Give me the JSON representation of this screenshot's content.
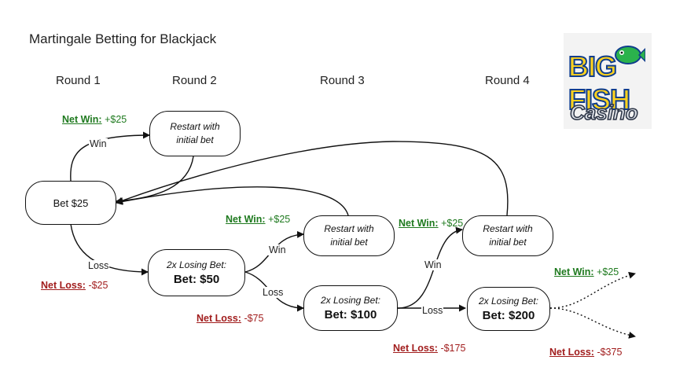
{
  "title": "Martingale Betting for Blackjack",
  "rounds": [
    "Round 1",
    "Round 2",
    "Round 3",
    "Round 4"
  ],
  "nodes": {
    "start": {
      "text": "Bet $25"
    },
    "restart_r2": {
      "line1": "Restart with",
      "line2": "initial bet"
    },
    "bet_r2": {
      "line1": "2x Losing Bet:",
      "line2": "Bet: $50"
    },
    "restart_r3": {
      "line1": "Restart with",
      "line2": "initial bet"
    },
    "bet_r3": {
      "line1": "2x Losing Bet:",
      "line2": "Bet: $100"
    },
    "restart_r4": {
      "line1": "Restart with",
      "line2": "initial bet"
    },
    "bet_r4": {
      "line1": "2x Losing Bet:",
      "line2": "Bet: $200"
    }
  },
  "edge_labels": {
    "win": "Win",
    "loss": "Loss"
  },
  "outcomes": {
    "win_label": "Net Win:",
    "loss_label": "Net Loss:",
    "r1_win": "+$25",
    "r1_loss": "-$25",
    "r2_win": "+$25",
    "r2_loss": "-$75",
    "r3_win": "+$25",
    "r3_loss": "-$175",
    "r4_win": "+$25",
    "r4_loss": "-$375"
  },
  "logo": {
    "line1": "BIG FISH",
    "line2": "Casino",
    "icon": "fish-icon"
  }
}
